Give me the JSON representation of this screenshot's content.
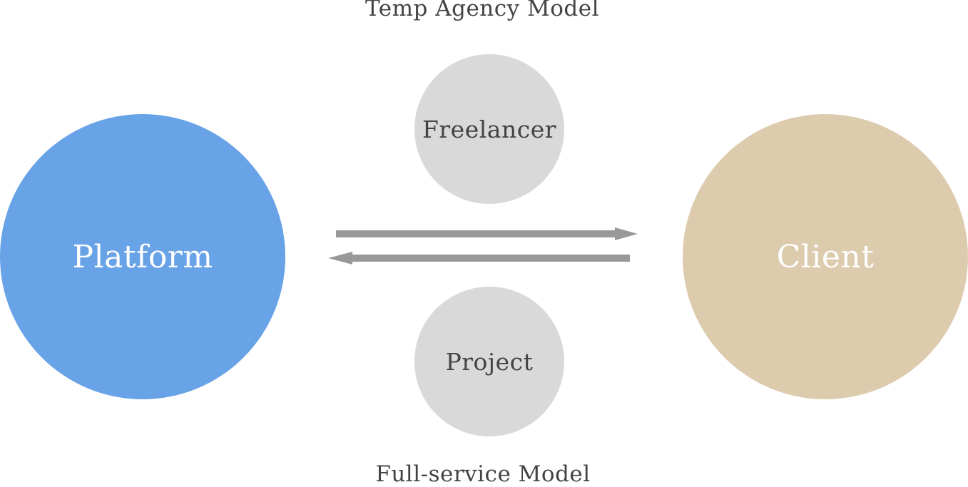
{
  "top_label": "Temp Agency Model",
  "bottom_label": "Full-service Model",
  "nodes": {
    "platform": "Platform",
    "client": "Client",
    "freelancer": "Freelancer",
    "project": "Project"
  },
  "colors": {
    "platform": "#68a2e7",
    "client": "#ddcbae",
    "intermediary": "#d9d9d9",
    "arrow": "#999999",
    "text_dark": "#434343",
    "text_light": "#ffffff"
  },
  "edges": [
    {
      "from": "platform",
      "to": "client"
    },
    {
      "from": "client",
      "to": "platform"
    }
  ]
}
